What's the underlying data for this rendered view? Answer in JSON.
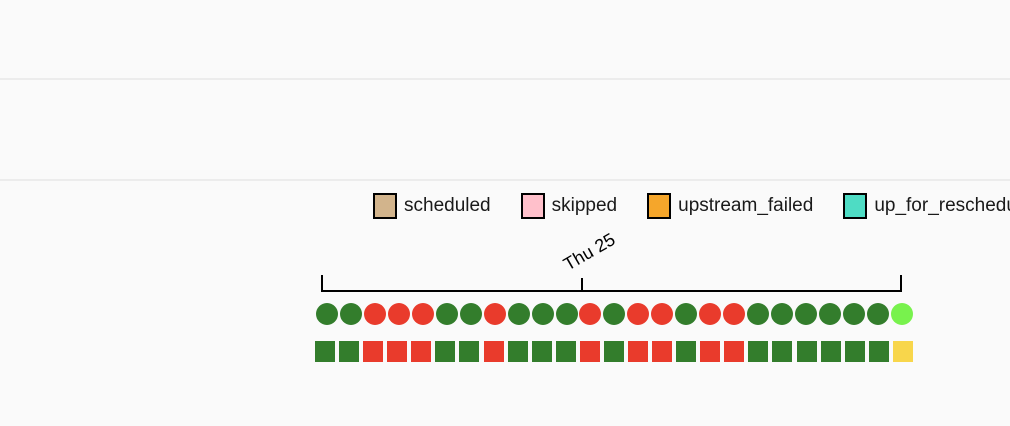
{
  "page": {
    "background": "#fafafa"
  },
  "legend": {
    "items": [
      {
        "label": "scheduled",
        "color": "#D2B48C"
      },
      {
        "label": "skipped",
        "color": "#FFC0CB"
      },
      {
        "label": "upstream_failed",
        "color": "#F5A62B"
      },
      {
        "label": "up_for_reschedule",
        "color": "#4EDCC4"
      }
    ]
  },
  "timeline": {
    "tick_label": "Thu 25"
  },
  "grid": {
    "status_colors": {
      "success": "#337D2C",
      "failed": "#E93B2C",
      "running": "#78F24D",
      "up_for_retry": "#F8D64B"
    },
    "dag_runs": [
      "success",
      "success",
      "failed",
      "failed",
      "failed",
      "success",
      "success",
      "failed",
      "success",
      "success",
      "success",
      "failed",
      "success",
      "failed",
      "failed",
      "success",
      "failed",
      "failed",
      "success",
      "success",
      "success",
      "success",
      "success",
      "success",
      "running"
    ],
    "task_instances": [
      "success",
      "success",
      "failed",
      "failed",
      "failed",
      "success",
      "success",
      "failed",
      "success",
      "success",
      "success",
      "failed",
      "success",
      "failed",
      "failed",
      "success",
      "failed",
      "failed",
      "success",
      "success",
      "success",
      "success",
      "success",
      "success",
      "up_for_retry"
    ]
  }
}
